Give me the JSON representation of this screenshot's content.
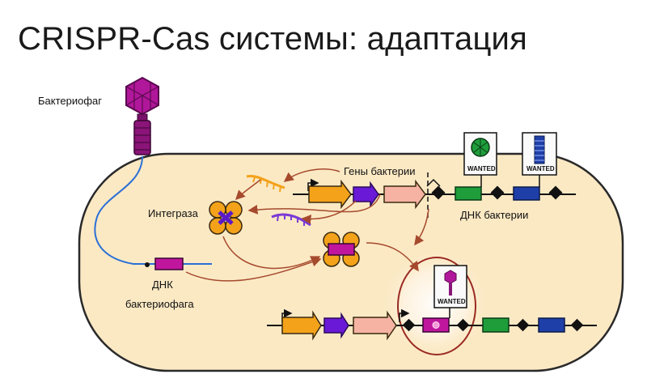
{
  "slide": {
    "title": "CRISPR-Cas системы: адаптация"
  },
  "labels": {
    "bacteriophage": "Бактериофаг",
    "integrase": "Интеграза",
    "bacterial_genes": "Гены бактерии",
    "bacterial_dna": "ДНК бактерии",
    "phage_dna_line1": "ДНК",
    "phage_dna_line2": "бактериофага"
  },
  "posters": [
    {
      "text": "WANTED",
      "icon": "green-virus-icon"
    },
    {
      "text": "WANTED",
      "icon": "blue-phage-icon"
    },
    {
      "text": "WANTED",
      "icon": "purple-phage-icon"
    }
  ],
  "colors": {
    "cell_fill": "#fbe9c4",
    "cell_border": "#2a2a2a",
    "phage_purple": "#b0179a",
    "gene_orange": "#f3a21a",
    "gene_purple": "#6a1ad6",
    "gene_pink": "#f6b3a3",
    "spacer_green": "#1e9d3a",
    "spacer_blue": "#1f3fa8",
    "new_spacer_magenta": "#c0169e",
    "arrow_brown": "#a64a2e",
    "phage_dna_blue": "#2b6fd6"
  }
}
